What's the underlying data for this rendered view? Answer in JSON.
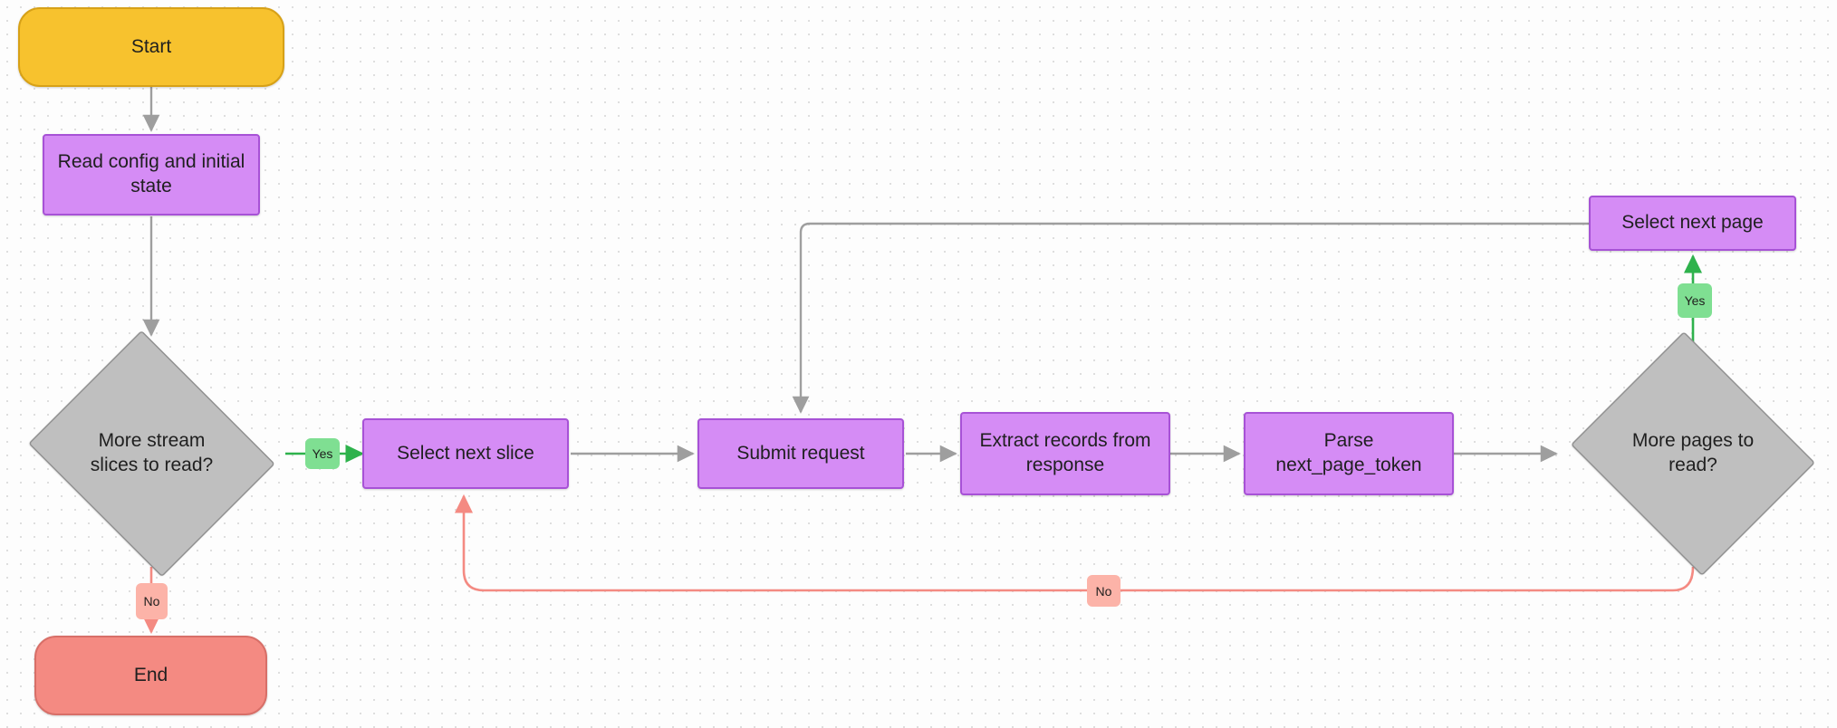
{
  "diagram": {
    "title": "Stream pagination read loop flowchart",
    "type": "flowchart",
    "background": "#fdfdfd",
    "colors": {
      "start": "#f7c22e",
      "end": "#f48a82",
      "process": "#d58cf5",
      "decision": "#bfbfbf",
      "edge_default": "#9e9e9e",
      "edge_yes": "#2eb24c",
      "edge_no": "#f48a82",
      "label_yes_bg": "#7fdf92",
      "label_no_bg": "#fcb3a8"
    }
  },
  "nodes": {
    "start": {
      "label": "Start",
      "shape": "terminal"
    },
    "read_config": {
      "label": "Read config and initial\nstate",
      "shape": "process"
    },
    "more_slices": {
      "label": "More stream\nslices to read?",
      "shape": "decision"
    },
    "end": {
      "label": "End",
      "shape": "terminal"
    },
    "select_slice": {
      "label": "Select next slice",
      "shape": "process"
    },
    "submit_request": {
      "label": "Submit request",
      "shape": "process"
    },
    "extract_records": {
      "label": "Extract records from\nresponse",
      "shape": "process"
    },
    "parse_token": {
      "label": "Parse\nnext_page_token",
      "shape": "process"
    },
    "more_pages": {
      "label": "More pages to\nread?",
      "shape": "decision"
    },
    "select_page": {
      "label": "Select next page",
      "shape": "process"
    }
  },
  "edge_labels": {
    "slices_yes": "Yes",
    "slices_no": "No",
    "pages_yes": "Yes",
    "pages_no": "No"
  }
}
